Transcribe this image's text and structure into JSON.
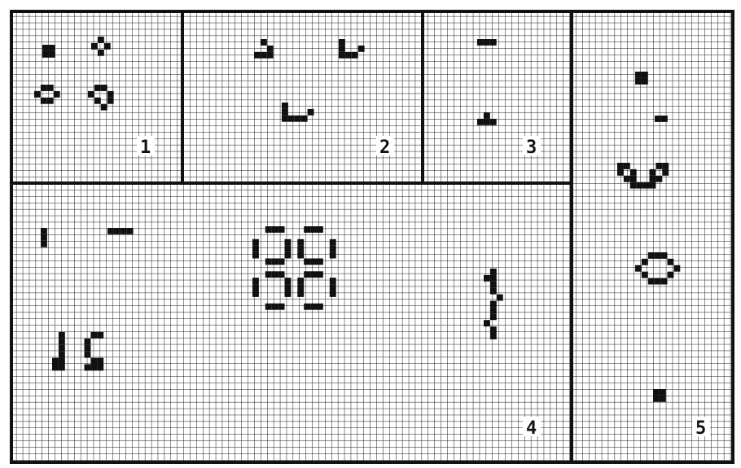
{
  "colors": {
    "grid": "#1a1a1a",
    "cell": "#111111",
    "background": "#ffffff",
    "label_bg": "#ffffff"
  },
  "panels": [
    {
      "id": "panel-1",
      "label": "1",
      "patterns": [
        {
          "name": "block",
          "cells": [
            [
              0,
              0
            ],
            [
              1,
              0
            ],
            [
              0,
              1
            ],
            [
              1,
              1
            ]
          ]
        },
        {
          "name": "tub",
          "cells": [
            [
              1,
              0
            ],
            [
              0,
              1
            ],
            [
              2,
              1
            ],
            [
              1,
              2
            ]
          ]
        },
        {
          "name": "loaf",
          "cells": [
            [
              1,
              0
            ],
            [
              2,
              0
            ],
            [
              0,
              1
            ],
            [
              3,
              1
            ],
            [
              1,
              2
            ],
            [
              3,
              2
            ],
            [
              2,
              3
            ]
          ]
        },
        {
          "name": "beehive",
          "cells": [
            [
              1,
              0
            ],
            [
              2,
              0
            ],
            [
              0,
              1
            ],
            [
              3,
              1
            ],
            [
              1,
              2
            ],
            [
              2,
              2
            ]
          ]
        }
      ]
    },
    {
      "id": "panel-2",
      "label": "2",
      "patterns": [
        {
          "name": "glider-a",
          "cells": [
            [
              1,
              0
            ],
            [
              2,
              1
            ],
            [
              0,
              2
            ],
            [
              1,
              2
            ],
            [
              2,
              2
            ]
          ]
        },
        {
          "name": "glider-b",
          "cells": [
            [
              0,
              0
            ],
            [
              0,
              1
            ],
            [
              0,
              2
            ],
            [
              1,
              2
            ],
            [
              2,
              2
            ],
            [
              3,
              1
            ]
          ]
        },
        {
          "name": "spaceship",
          "cells": [
            [
              0,
              0
            ],
            [
              0,
              1
            ],
            [
              0,
              2
            ],
            [
              1,
              2
            ],
            [
              2,
              2
            ],
            [
              3,
              2
            ],
            [
              4,
              1
            ]
          ]
        }
      ]
    },
    {
      "id": "panel-3",
      "label": "3",
      "patterns": [
        {
          "name": "blinker-bar",
          "cells": [
            [
              0,
              0
            ],
            [
              1,
              0
            ],
            [
              2,
              0
            ]
          ]
        },
        {
          "name": "small-t",
          "cells": [
            [
              1,
              0
            ],
            [
              0,
              1
            ],
            [
              1,
              1
            ],
            [
              2,
              1
            ]
          ]
        }
      ]
    },
    {
      "id": "panel-4",
      "label": "4",
      "patterns": [
        {
          "name": "blinker-vertical",
          "cells": [
            [
              0,
              0
            ],
            [
              0,
              1
            ],
            [
              0,
              2
            ]
          ]
        },
        {
          "name": "dash",
          "cells": [
            [
              0,
              0
            ],
            [
              1,
              0
            ],
            [
              2,
              0
            ],
            [
              3,
              0
            ]
          ]
        },
        {
          "name": "pulsar-fragment",
          "cells": [
            [
              2,
              0
            ],
            [
              3,
              0
            ],
            [
              4,
              0
            ],
            [
              8,
              0
            ],
            [
              9,
              0
            ],
            [
              10,
              0
            ],
            [
              0,
              2
            ],
            [
              5,
              2
            ],
            [
              7,
              2
            ],
            [
              12,
              2
            ],
            [
              0,
              3
            ],
            [
              5,
              3
            ],
            [
              7,
              3
            ],
            [
              12,
              3
            ],
            [
              0,
              4
            ],
            [
              5,
              4
            ],
            [
              7,
              4
            ],
            [
              12,
              4
            ],
            [
              2,
              5
            ],
            [
              3,
              5
            ],
            [
              4,
              5
            ],
            [
              8,
              5
            ],
            [
              9,
              5
            ],
            [
              10,
              5
            ],
            [
              2,
              7
            ],
            [
              3,
              7
            ],
            [
              4,
              7
            ],
            [
              8,
              7
            ],
            [
              9,
              7
            ],
            [
              10,
              7
            ],
            [
              0,
              8
            ],
            [
              5,
              8
            ],
            [
              7,
              8
            ],
            [
              12,
              8
            ],
            [
              0,
              9
            ],
            [
              5,
              9
            ],
            [
              7,
              9
            ],
            [
              12,
              9
            ],
            [
              0,
              10
            ],
            [
              5,
              10
            ],
            [
              7,
              10
            ],
            [
              12,
              10
            ],
            [
              2,
              12
            ],
            [
              3,
              12
            ],
            [
              4,
              12
            ],
            [
              8,
              12
            ],
            [
              9,
              12
            ],
            [
              10,
              12
            ]
          ]
        },
        {
          "name": "vertical-oscillator",
          "cells": [
            [
              1,
              0
            ],
            [
              0,
              1
            ],
            [
              1,
              1
            ],
            [
              1,
              2
            ],
            [
              1,
              3
            ],
            [
              2,
              4
            ],
            [
              1,
              5
            ],
            [
              1,
              6
            ],
            [
              1,
              7
            ],
            [
              0,
              8
            ],
            [
              1,
              9
            ],
            [
              1,
              10
            ]
          ]
        },
        {
          "name": "still-life-pair",
          "cells": [
            [
              1,
              0
            ],
            [
              1,
              1
            ],
            [
              1,
              2
            ],
            [
              1,
              3
            ],
            [
              0,
              4
            ],
            [
              1,
              4
            ],
            [
              0,
              5
            ],
            [
              1,
              5
            ],
            [
              6,
              0
            ],
            [
              7,
              0
            ],
            [
              5,
              1
            ],
            [
              5,
              2
            ],
            [
              5,
              3
            ],
            [
              6,
              4
            ],
            [
              7,
              4
            ],
            [
              5,
              5
            ],
            [
              6,
              5
            ],
            [
              7,
              5
            ]
          ]
        }
      ]
    },
    {
      "id": "panel-5",
      "label": "5",
      "patterns": [
        {
          "name": "block",
          "cells": [
            [
              0,
              0
            ],
            [
              1,
              0
            ],
            [
              0,
              1
            ],
            [
              1,
              1
            ]
          ]
        },
        {
          "name": "dash",
          "cells": [
            [
              0,
              0
            ],
            [
              1,
              0
            ]
          ]
        },
        {
          "name": "cup",
          "cells": [
            [
              0,
              0
            ],
            [
              1,
              0
            ],
            [
              6,
              0
            ],
            [
              7,
              0
            ],
            [
              0,
              1
            ],
            [
              2,
              1
            ],
            [
              5,
              1
            ],
            [
              7,
              1
            ],
            [
              1,
              2
            ],
            [
              2,
              2
            ],
            [
              5,
              2
            ],
            [
              6,
              2
            ],
            [
              2,
              3
            ],
            [
              3,
              3
            ],
            [
              4,
              3
            ],
            [
              5,
              3
            ]
          ]
        },
        {
          "name": "ring",
          "cells": [
            [
              2,
              0
            ],
            [
              3,
              0
            ],
            [
              4,
              0
            ],
            [
              1,
              1
            ],
            [
              5,
              1
            ],
            [
              0,
              2
            ],
            [
              6,
              2
            ],
            [
              1,
              3
            ],
            [
              5,
              3
            ],
            [
              2,
              4
            ],
            [
              3,
              4
            ],
            [
              4,
              4
            ]
          ]
        },
        {
          "name": "block",
          "cells": [
            [
              0,
              0
            ],
            [
              1,
              0
            ],
            [
              0,
              1
            ],
            [
              1,
              1
            ]
          ]
        }
      ]
    }
  ]
}
